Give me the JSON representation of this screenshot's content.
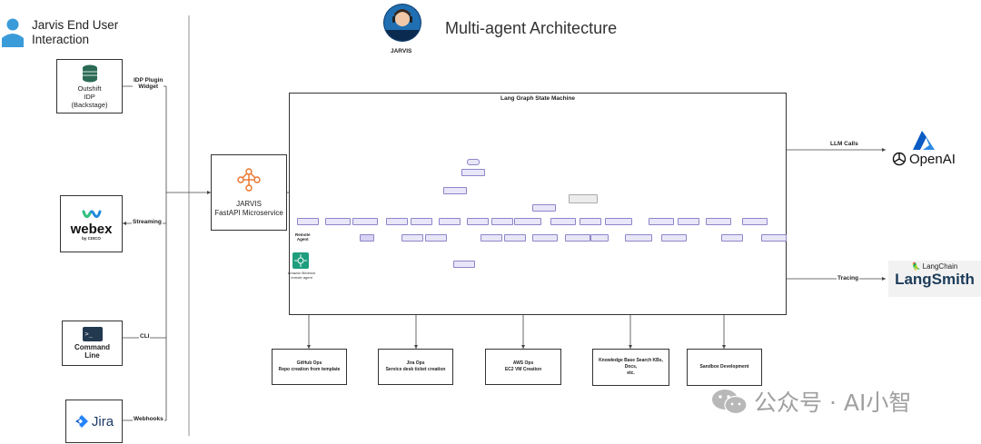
{
  "header": {
    "end_user_title": "Jarvis End User\nInteraction",
    "main_title": "Multi-agent Architecture",
    "avatar_caption": "JARVIS"
  },
  "clients": {
    "outshift": {
      "lines": [
        "Outshift",
        "IDP",
        "(Backstage)"
      ],
      "edge_label": "IDP Plugin\nWidget"
    },
    "webex": {
      "name": "webex",
      "sub": "by CISCO",
      "edge_label": "Streaming"
    },
    "cli": {
      "lines": [
        "Command",
        "Line"
      ],
      "edge_label": "CLI"
    },
    "jira": {
      "name": "Jira",
      "edge_label": "Webhooks"
    }
  },
  "jarvis_service": {
    "lines": [
      "JARVIS",
      "FastAPI Microservice"
    ]
  },
  "state_machine": {
    "title": "Lang Graph State Machine",
    "remote_agent_label": "Remote\nAgent",
    "bedrock_label": "Amazon Bedrock\nremote agent"
  },
  "externals": {
    "openai": {
      "name": "OpenAI",
      "edge_label": "LLM Calls"
    },
    "langsmith": {
      "brand": "LangChain",
      "name": "LangSmith",
      "edge_label": "Tracing"
    }
  },
  "tools": [
    {
      "lines": [
        "GitHub Ops",
        "Repo creation from template"
      ]
    },
    {
      "lines": [
        "Jira Ops",
        "Service desk ticket creation"
      ]
    },
    {
      "lines": [
        "AWS Ops",
        "EC2 VM Creation"
      ]
    },
    {
      "lines": [
        "Knowledge Base Search KBs, Docs,",
        "etc."
      ]
    },
    {
      "lines": [
        "Sandbox Development"
      ]
    }
  ],
  "watermark": "公众号 · AI小智",
  "colors": {
    "accent_orange": "#e8742b",
    "webex_blue": "#1d8ae0",
    "jira_blue": "#2684ff",
    "openai_blue": "#1a67c9",
    "node_fill": "#e8e6f8"
  }
}
